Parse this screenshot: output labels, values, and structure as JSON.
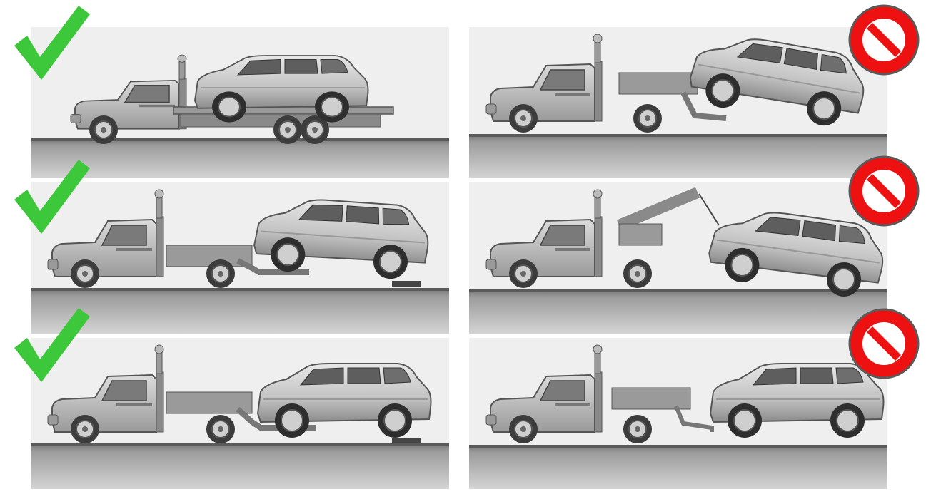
{
  "colors": {
    "check": "#3cc83a",
    "prohibited": "#ee1111",
    "prohibited_border": "#5a5a5a",
    "panel_bg": "#efefef",
    "ground": "#8e8e8e",
    "truck_body": "#b4b4b4",
    "truck_dark": "#6c6c6c",
    "car_body": "#c8c8c8",
    "car_glass": "#5a5a5a"
  },
  "panels": [
    {
      "id": "flatbed",
      "status": "allowed",
      "icon": "checkmark-icon"
    },
    {
      "id": "wheel-lift-front-on-dollies",
      "status": "allowed",
      "icon": "checkmark-icon"
    },
    {
      "id": "wheel-lift-rear-on-dollies",
      "status": "allowed",
      "icon": "checkmark-icon"
    },
    {
      "id": "wheel-lift-rear-no-dollies",
      "status": "prohibited",
      "icon": "prohibited-icon"
    },
    {
      "id": "sling-type-hook",
      "status": "prohibited",
      "icon": "prohibited-icon"
    },
    {
      "id": "tow-bar-rear-no-dollies",
      "status": "prohibited",
      "icon": "prohibited-icon"
    }
  ]
}
